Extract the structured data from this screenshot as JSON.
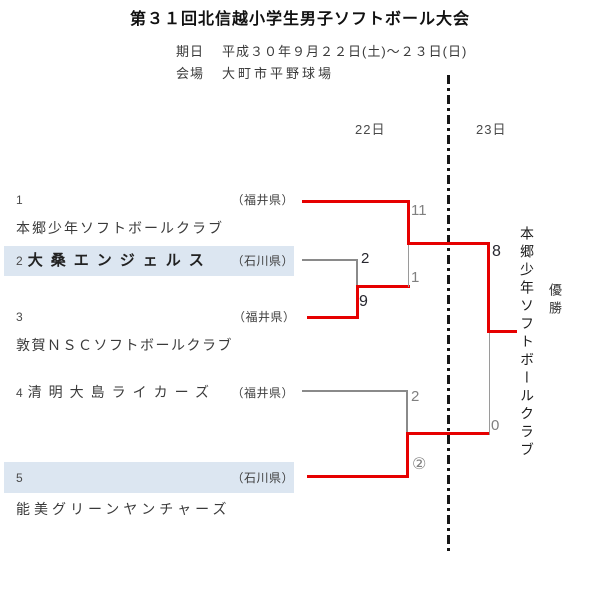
{
  "title": "第３１回北信越小学生男子ソフトボール大会",
  "info": {
    "date_label": "期日",
    "date_value": "平成３０年９月２２日(土)～２３日(日)",
    "venue_label": "会場",
    "venue_value": "大町市平野球場"
  },
  "columns": {
    "day1": "22日",
    "day2": "23日"
  },
  "teams": [
    {
      "seed": "1",
      "name": "本郷少年ソフトボールクラブ",
      "prefecture": "（福井県）",
      "highlighted": false
    },
    {
      "seed": "2",
      "name": "大桑エンジェルス",
      "prefecture": "（石川県）",
      "highlighted": true
    },
    {
      "seed": "3",
      "name": "敦賀ＮＳＣソフトボールクラブ",
      "prefecture": "（福井県）",
      "highlighted": false
    },
    {
      "seed": "4",
      "name": "清明大島ライカーズ",
      "prefecture": "（福井県）",
      "highlighted": false
    },
    {
      "seed": "5",
      "name": "能美グリーンヤンチャーズ",
      "prefecture": "（石川県）",
      "highlighted": true
    }
  ],
  "scores": {
    "semifinal_team1": "11",
    "semifinal_opponent": "1",
    "round1_team2": "2",
    "round1_team3": "9",
    "round1_team4": "2",
    "round1_team5": "②",
    "final_top": "8",
    "final_bottom": "0"
  },
  "result": {
    "champion_name": "本郷少年ソフトボールクラブ",
    "champion_label": "優勝"
  },
  "colors": {
    "winner_line": "#e60000",
    "neutral_line": "#8a8a8a",
    "highlight_bg": "#dce6f1",
    "score_gray": "#808080",
    "score_dark": "#26262e"
  }
}
